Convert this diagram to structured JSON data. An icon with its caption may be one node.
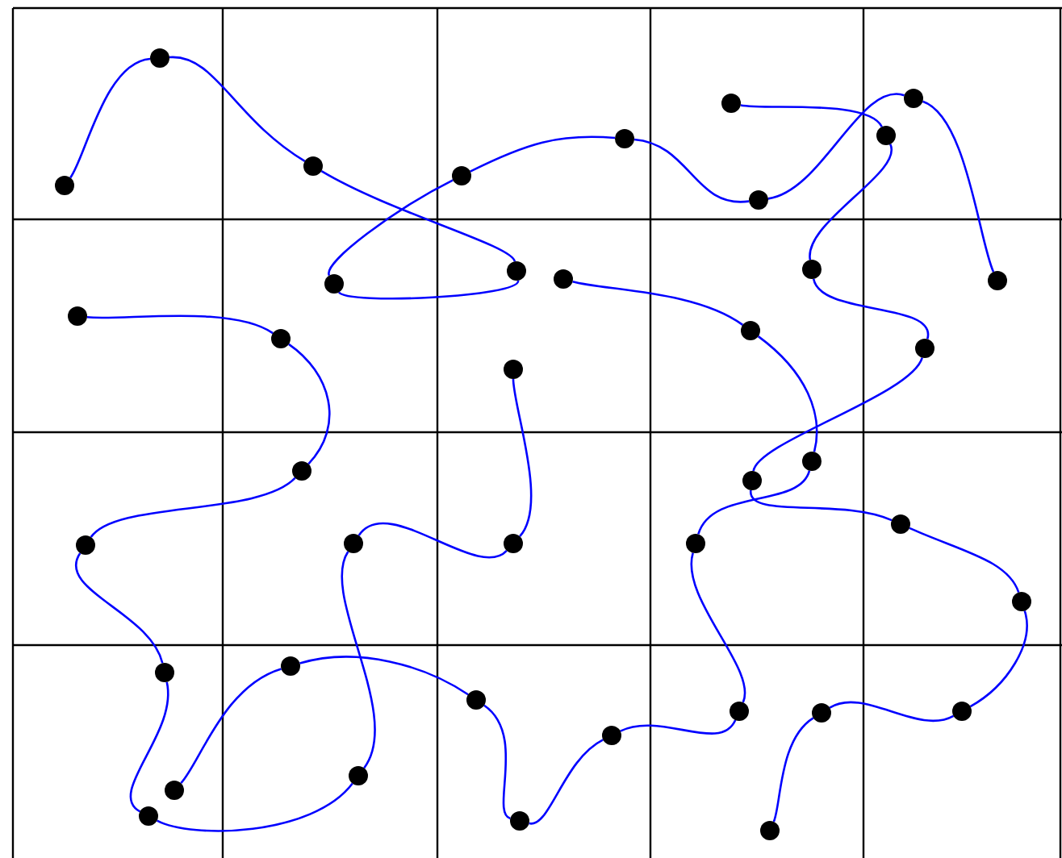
{
  "diagram": {
    "nodes": [
      {
        "text": [],
        "shape": "circle"
      },
      {
        "text": [],
        "shape": "circle"
      },
      {
        "text": [],
        "shape": "circle"
      },
      {
        "text": [],
        "shape": "circle"
      },
      {
        "text": [],
        "shape": "circle"
      },
      {
        "text": [],
        "shape": "circle"
      },
      {
        "text": [],
        "shape": "circle"
      },
      {
        "text": [],
        "shape": "circle"
      },
      {
        "text": [],
        "shape": "circle"
      },
      {
        "text": [],
        "shape": "circle"
      },
      {
        "text": [],
        "shape": "circle"
      },
      {
        "text": [],
        "shape": "circle"
      },
      {
        "text": [],
        "shape": "circle"
      },
      {
        "text": [],
        "shape": "circle"
      },
      {
        "text": [],
        "shape": "circle"
      },
      {
        "text": [],
        "shape": "circle"
      },
      {
        "text": [],
        "shape": "circle"
      },
      {
        "text": [],
        "shape": "circle"
      },
      {
        "text": [],
        "shape": "circle"
      },
      {
        "text": [],
        "shape": "circle"
      },
      {
        "text": [],
        "shape": "circle"
      },
      {
        "text": [],
        "shape": "circle"
      },
      {
        "text": [],
        "shape": "circle"
      },
      {
        "text": [],
        "shape": "circle"
      },
      {
        "text": [],
        "shape": "circle"
      },
      {
        "text": [],
        "shape": "circle"
      },
      {
        "text": [],
        "shape": "circle"
      },
      {
        "text": [],
        "shape": "circle"
      },
      {
        "text": [],
        "shape": "circle"
      },
      {
        "text": [],
        "shape": "circle"
      },
      {
        "text": [],
        "shape": "circle"
      },
      {
        "text": [],
        "shape": "circle"
      },
      {
        "text": [],
        "shape": "circle"
      },
      {
        "text": [],
        "shape": "circle"
      },
      {
        "text": [],
        "shape": "circle"
      },
      {
        "text": [],
        "shape": "circle"
      },
      {
        "text": [],
        "shape": "circle"
      },
      {
        "text": [],
        "shape": "circle"
      },
      {
        "text": [],
        "shape": "circle"
      },
      {
        "text": [],
        "shape": "circle"
      }
    ],
    "edges": [
      {
        "from": 0,
        "to": 1,
        "arrow": "none"
      },
      {
        "from": 1,
        "to": 2,
        "arrow": "none"
      },
      {
        "from": 2,
        "to": 3,
        "arrow": "none"
      },
      {
        "from": 3,
        "to": 4,
        "arrow": "none"
      },
      {
        "from": 4,
        "to": 5,
        "arrow": "none"
      },
      {
        "from": 5,
        "to": 6,
        "arrow": "none"
      },
      {
        "from": 6,
        "to": 7,
        "arrow": "none"
      },
      {
        "from": 7,
        "to": 8,
        "arrow": "none"
      },
      {
        "from": 8,
        "to": 9,
        "arrow": "none"
      },
      {
        "from": 10,
        "to": 11,
        "arrow": "none"
      },
      {
        "from": 11,
        "to": 12,
        "arrow": "none"
      },
      {
        "from": 12,
        "to": 13,
        "arrow": "none"
      },
      {
        "from": 13,
        "to": 14,
        "arrow": "none"
      },
      {
        "from": 14,
        "to": 15,
        "arrow": "none"
      },
      {
        "from": 15,
        "to": 16,
        "arrow": "none"
      },
      {
        "from": 16,
        "to": 17,
        "arrow": "none"
      },
      {
        "from": 17,
        "to": 18,
        "arrow": "none"
      },
      {
        "from": 18,
        "to": 19,
        "arrow": "none"
      },
      {
        "from": 20,
        "to": 21,
        "arrow": "none"
      },
      {
        "from": 21,
        "to": 22,
        "arrow": "none"
      },
      {
        "from": 22,
        "to": 23,
        "arrow": "none"
      },
      {
        "from": 23,
        "to": 24,
        "arrow": "none"
      },
      {
        "from": 24,
        "to": 25,
        "arrow": "none"
      },
      {
        "from": 25,
        "to": 26,
        "arrow": "none"
      },
      {
        "from": 26,
        "to": 27,
        "arrow": "none"
      },
      {
        "from": 27,
        "to": 28,
        "arrow": "none"
      },
      {
        "from": 28,
        "to": 29,
        "arrow": "none"
      },
      {
        "from": 30,
        "to": 31,
        "arrow": "none"
      },
      {
        "from": 31,
        "to": 32,
        "arrow": "none"
      },
      {
        "from": 32,
        "to": 33,
        "arrow": "none"
      },
      {
        "from": 33,
        "to": 34,
        "arrow": "none"
      },
      {
        "from": 34,
        "to": 35,
        "arrow": "none"
      },
      {
        "from": 35,
        "to": 36,
        "arrow": "none"
      },
      {
        "from": 36,
        "to": 37,
        "arrow": "none"
      },
      {
        "from": 37,
        "to": 38,
        "arrow": "none"
      },
      {
        "from": 38,
        "to": 39,
        "arrow": "none"
      }
    ]
  }
}
